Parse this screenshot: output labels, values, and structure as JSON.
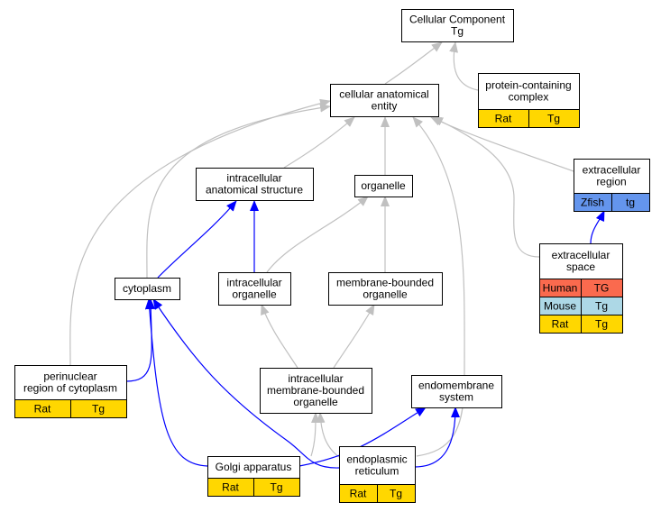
{
  "colors": {
    "gray_edge": "#c0c0c0",
    "blue_edge": "#0000ff",
    "rat": "#ffd700",
    "human": "#fa6a4e",
    "mouse": "#add8e6",
    "zfish": "#6495ed"
  },
  "nodes": {
    "cellular_component": {
      "lines": [
        "Cellular Component",
        "Tg"
      ],
      "cells": []
    },
    "cellular_anatomical_entity": {
      "lines": [
        "cellular anatomical",
        "entity"
      ],
      "cells": []
    },
    "protein_containing_complex": {
      "lines": [
        "protein-containing",
        "complex"
      ],
      "cells": [
        {
          "species": "Rat",
          "gene": "Tg",
          "color": "rat"
        }
      ]
    },
    "intracellular_anatomical_structure": {
      "lines": [
        "intracellular",
        "anatomical structure"
      ],
      "cells": []
    },
    "organelle": {
      "lines": [
        "organelle"
      ],
      "cells": []
    },
    "extracellular_region": {
      "lines": [
        "extracellular",
        "region"
      ],
      "cells": [
        {
          "species": "Zfish",
          "gene": "tg",
          "color": "zfish"
        }
      ]
    },
    "extracellular_space": {
      "lines": [
        "extracellular",
        "space"
      ],
      "cells": [
        {
          "species": "Human",
          "gene": "TG",
          "color": "human"
        },
        {
          "species": "Mouse",
          "gene": "Tg",
          "color": "mouse"
        },
        {
          "species": "Rat",
          "gene": "Tg",
          "color": "rat"
        }
      ]
    },
    "cytoplasm": {
      "lines": [
        "cytoplasm"
      ],
      "cells": []
    },
    "intracellular_organelle": {
      "lines": [
        "intracellular",
        "organelle"
      ],
      "cells": []
    },
    "membrane_bounded_organelle": {
      "lines": [
        "membrane-bounded",
        "organelle"
      ],
      "cells": []
    },
    "perinuclear_region": {
      "lines": [
        "perinuclear",
        "region of cytoplasm"
      ],
      "cells": [
        {
          "species": "Rat",
          "gene": "Tg",
          "color": "rat"
        }
      ]
    },
    "intracellular_mbo": {
      "lines": [
        "intracellular",
        "membrane-bounded",
        "organelle"
      ],
      "cells": []
    },
    "endomembrane_system": {
      "lines": [
        "endomembrane",
        "system"
      ],
      "cells": []
    },
    "golgi_apparatus": {
      "lines": [
        "Golgi apparatus"
      ],
      "cells": [
        {
          "species": "Rat",
          "gene": "Tg",
          "color": "rat"
        }
      ]
    },
    "endoplasmic_reticulum": {
      "lines": [
        "endoplasmic",
        "reticulum"
      ],
      "cells": [
        {
          "species": "Rat",
          "gene": "Tg",
          "color": "rat"
        }
      ]
    }
  }
}
